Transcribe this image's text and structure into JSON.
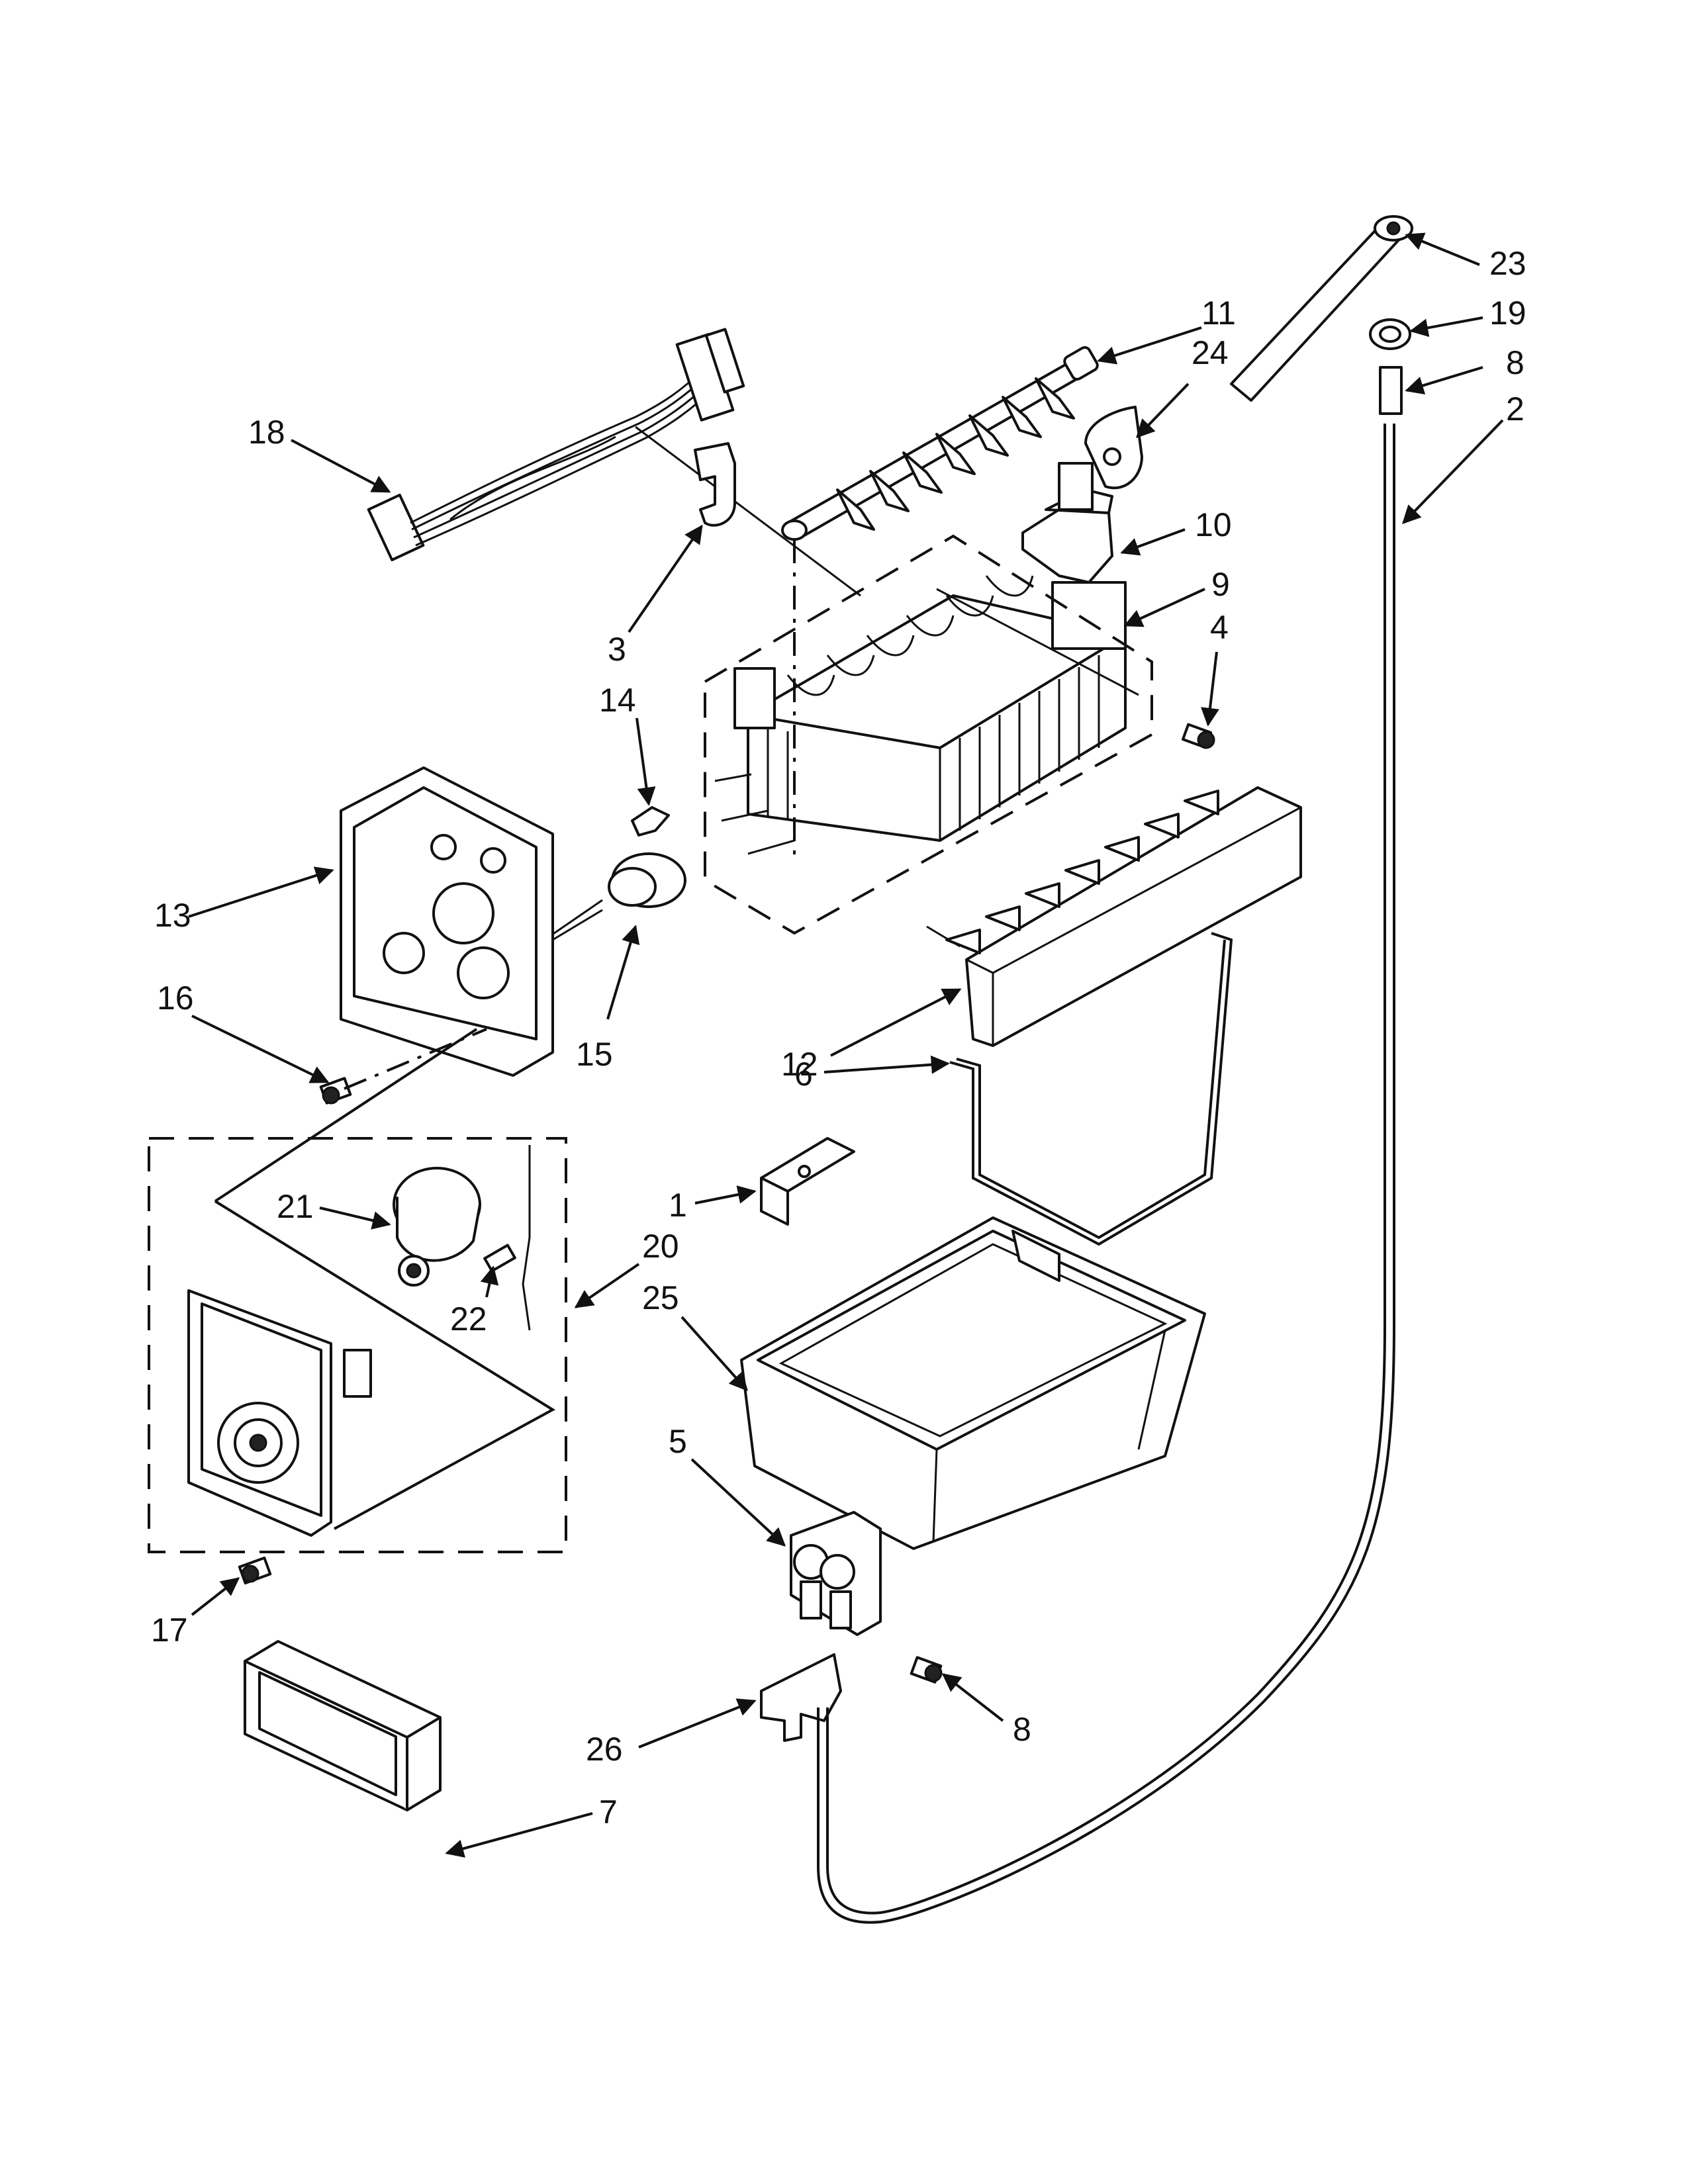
{
  "callouts": {
    "c1": "1",
    "c2": "2",
    "c3": "3",
    "c4": "4",
    "c5": "5",
    "c6": "6",
    "c7": "7",
    "c8a": "8",
    "c8b": "8",
    "c9": "9",
    "c10": "10",
    "c11": "11",
    "c12": "12",
    "c13": "13",
    "c14": "14",
    "c15": "15",
    "c16": "16",
    "c17": "17",
    "c18": "18",
    "c19": "19",
    "c20": "20",
    "c21": "21",
    "c22": "22",
    "c23": "23",
    "c24": "24",
    "c25": "25",
    "c26": "26"
  }
}
